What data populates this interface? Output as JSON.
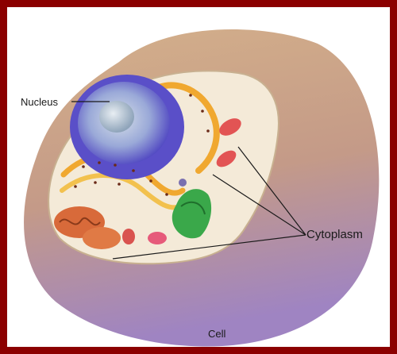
{
  "frame_color": "#8b0000",
  "labels": {
    "nucleus": "Nucleus",
    "cytoplasm": "Cytoplasm",
    "cell": "Cell"
  },
  "colors": {
    "membrane_outer_top": "#c9a27a",
    "membrane_outer_bottom": "#a98bbf",
    "cytoplasm_fill": "#f4ead8",
    "nucleus_envelope": "#5a4fc8",
    "nucleolus": "#b7c9d9",
    "er_rough": "#f0a830",
    "golgi": "#f2c14e",
    "mitochondria": "#d86a3a",
    "chloroplast_like": "#3aa84a",
    "vesicle": "#e65a7a"
  }
}
